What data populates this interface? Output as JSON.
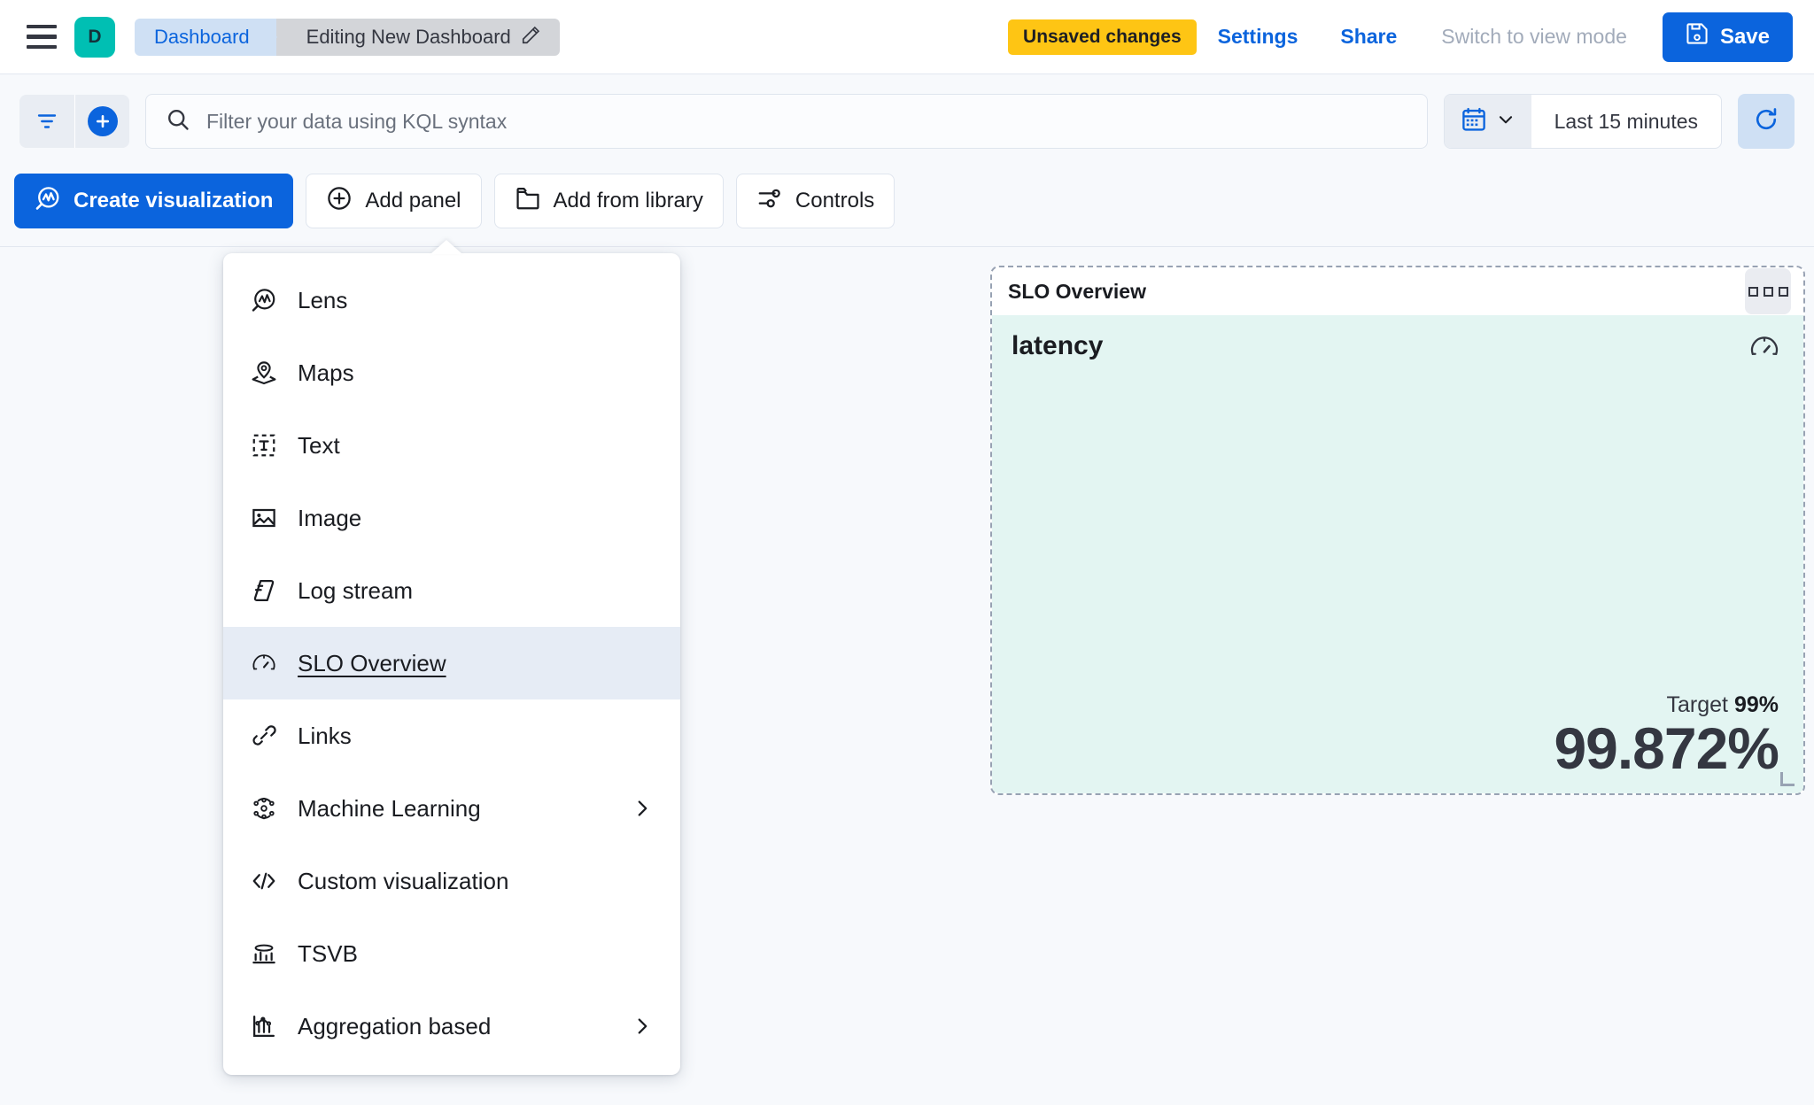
{
  "header": {
    "menu_icon": "hamburger-icon",
    "space_initial": "D",
    "breadcrumbs": [
      {
        "label": "Dashboard"
      },
      {
        "label": "Editing New Dashboard",
        "edit_icon": "pencil-icon"
      }
    ],
    "unsaved_badge": "Unsaved changes",
    "settings_link": "Settings",
    "share_link": "Share",
    "view_mode_link": "Switch to view mode",
    "save_button": "Save",
    "save_icon": "floppy-disk-icon",
    "accent_color": "#0b64dd",
    "warning_color": "#fec514",
    "space_color": "#00bfb3"
  },
  "query_bar": {
    "filter_icon": "filter-icon",
    "add_filter_icon": "plus-circle-icon",
    "search_icon": "search-icon",
    "kql_placeholder": "Filter your data using KQL syntax",
    "kql_value": "",
    "calendar_icon": "calendar-icon",
    "caret_icon": "chevron-down-icon",
    "time_range": "Last 15 minutes",
    "refresh_icon": "refresh-icon"
  },
  "toolbar": {
    "buttons": [
      {
        "label": "Create visualization",
        "icon": "lens-icon",
        "primary": true
      },
      {
        "label": "Add panel",
        "icon": "plus-in-circle-icon",
        "primary": false
      },
      {
        "label": "Add from library",
        "icon": "folder-icon",
        "primary": false
      },
      {
        "label": "Controls",
        "icon": "controls-icon",
        "primary": false
      }
    ]
  },
  "add_panel_menu": {
    "items": [
      {
        "label": "Lens",
        "icon": "lens-icon",
        "selected": false,
        "has_submenu": false
      },
      {
        "label": "Maps",
        "icon": "map-marker-layers-icon",
        "selected": false,
        "has_submenu": false
      },
      {
        "label": "Text",
        "icon": "text-box-icon",
        "selected": false,
        "has_submenu": false
      },
      {
        "label": "Image",
        "icon": "image-icon",
        "selected": false,
        "has_submenu": false
      },
      {
        "label": "Log stream",
        "icon": "log-stream-icon",
        "selected": false,
        "has_submenu": false
      },
      {
        "label": "SLO Overview",
        "icon": "gauge-icon",
        "selected": true,
        "has_submenu": false
      },
      {
        "label": "Links",
        "icon": "link-icon",
        "selected": false,
        "has_submenu": false
      },
      {
        "label": "Machine Learning",
        "icon": "machine-learning-icon",
        "selected": false,
        "has_submenu": true
      },
      {
        "label": "Custom visualization",
        "icon": "code-icon",
        "selected": false,
        "has_submenu": false
      },
      {
        "label": "TSVB",
        "icon": "tsvb-chart-icon",
        "selected": false,
        "has_submenu": false
      },
      {
        "label": "Aggregation based",
        "icon": "aggregation-chart-icon",
        "selected": false,
        "has_submenu": true
      }
    ]
  },
  "slo_panel": {
    "title": "SLO Overview",
    "context_menu_icon": "grid-dots-icon",
    "slo_name": "latency",
    "gauge_icon": "gauge-icon",
    "target_label": "Target",
    "target_value": "99%",
    "sli_value": "99.872%",
    "background_color": "#e3f5f2",
    "resize_handle_icon": "resize-corner-icon"
  }
}
